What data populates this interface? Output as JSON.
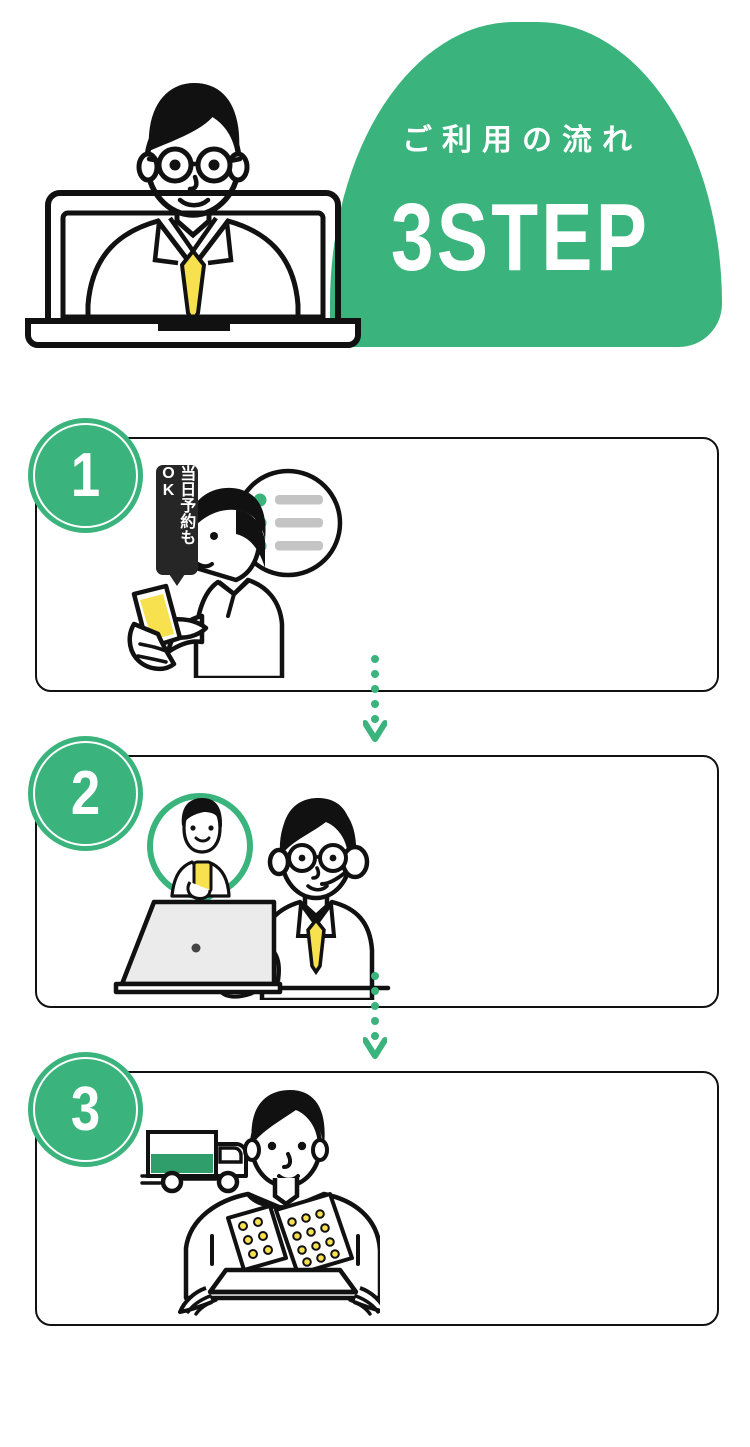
{
  "page": {
    "background": "#ffffff",
    "accent_green": "#3ab47c",
    "accent_yellow": "#f7e14f",
    "ink": "#111111",
    "gray_bar": "#c4c4c4"
  },
  "header": {
    "title": "ご利用の流れ",
    "step_label": "3STEP",
    "art_name": "doctor-on-laptop-screen-illustration",
    "dome_color": "#3ab47c"
  },
  "steps": [
    {
      "number": "1",
      "art_name": "patient-booking-on-smartphone-illustration",
      "badge_label": "当日予約もOK",
      "bubble": {
        "name": "reservation-list-bubble",
        "bullets": 3
      }
    },
    {
      "number": "2",
      "art_name": "doctor-video-consultation-at-laptop-illustration",
      "video_bubble_name": "patient-video-call-avatar"
    },
    {
      "number": "3",
      "art_name": "patient-receiving-medicine-delivery-illustration",
      "truck_icon_name": "delivery-truck-icon"
    }
  ],
  "connectors": [
    {
      "name": "step-1-to-2-arrow",
      "dots": 5,
      "color": "#3ab47c"
    },
    {
      "name": "step-2-to-3-arrow",
      "dots": 5,
      "color": "#3ab47c"
    }
  ]
}
